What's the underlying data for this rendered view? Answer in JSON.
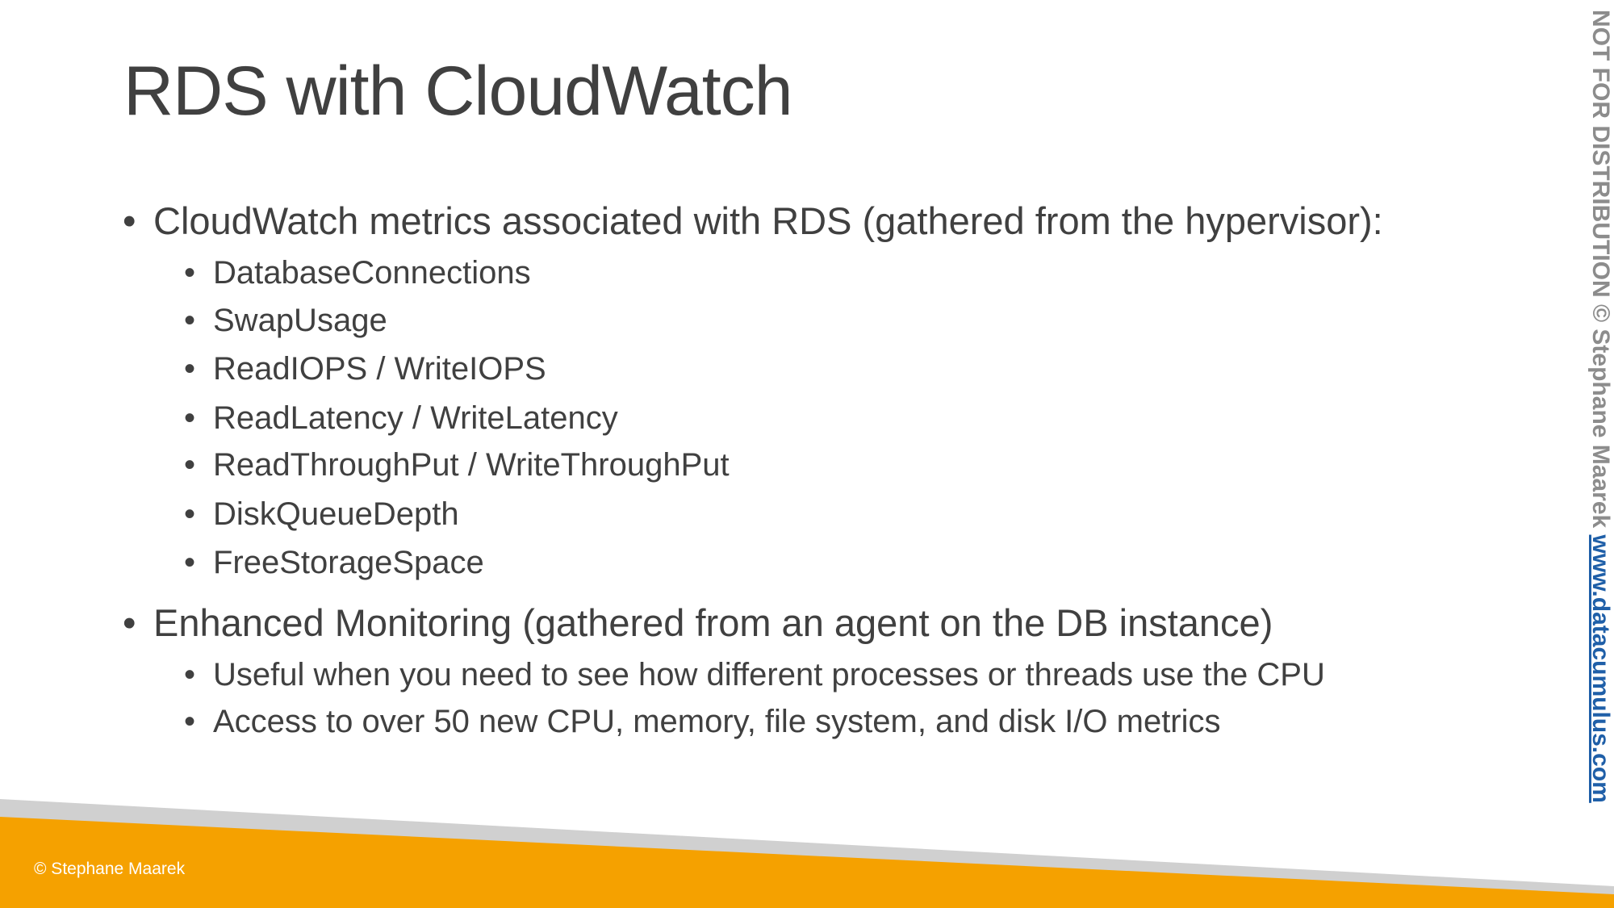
{
  "slide": {
    "title": "RDS with CloudWatch",
    "bullets": [
      {
        "text": "CloudWatch metrics associated with RDS (gathered from the hypervisor):",
        "sub": [
          "DatabaseConnections",
          "SwapUsage",
          "ReadIOPS / WriteIOPS",
          "ReadLatency / WriteLatency",
          "ReadThroughPut / WriteThroughPut",
          "DiskQueueDepth",
          "FreeStorageSpace"
        ]
      },
      {
        "text": "Enhanced Monitoring (gathered from an agent on the DB instance)",
        "sub": [
          "Useful when you need to see how different processes or threads use the CPU",
          "Access to over 50 new CPU, memory, file system, and disk I/O metrics"
        ]
      }
    ],
    "bullet_glyph": "•"
  },
  "watermark": {
    "notice": "NOT FOR DISTRIBUTION © Stephane Maarek",
    "link": "www.datacumulus.com"
  },
  "footer": {
    "copyright": "© Stephane Maarek"
  },
  "colors": {
    "title": "#404040",
    "body_text": "#404040",
    "accent_orange": "#f5a100",
    "stripe_gray": "#d0d0d0",
    "link_blue": "#1f5fa8",
    "watermark_gray": "#8c8c8c"
  }
}
